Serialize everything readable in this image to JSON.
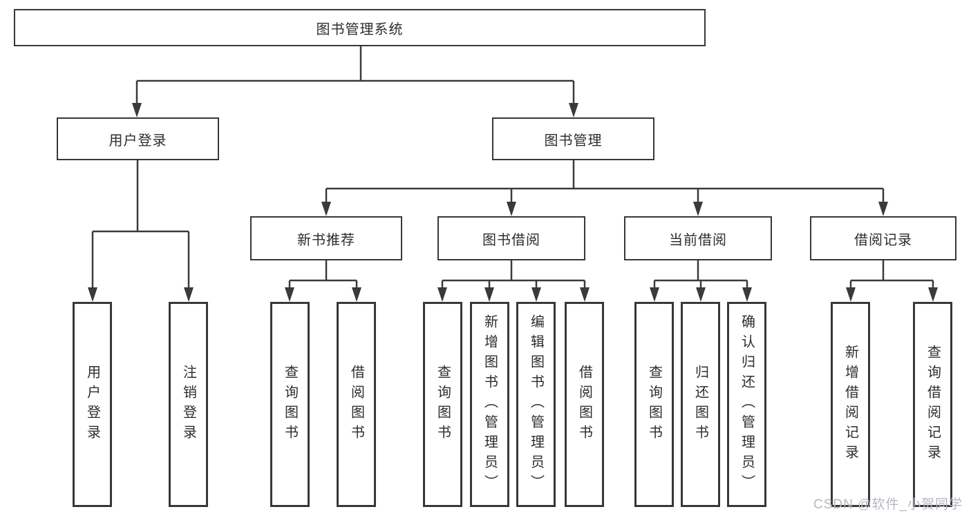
{
  "diagram": {
    "nodes": {
      "root": "图书管理系统",
      "user_login": "用户登录",
      "book_mgmt": "图书管理",
      "new_book_rec": "新书推荐",
      "book_borrow": "图书借阅",
      "current_borrow": "当前借阅",
      "borrow_record": "借阅记录",
      "leaf_ul_login": "用户登录",
      "leaf_ul_logout": "注销登录",
      "leaf_nb_query": "查询图书",
      "leaf_nb_borrow": "借阅图书",
      "leaf_bb_query": "查询图书",
      "leaf_bb_add": "新增图书（管理员）",
      "leaf_bb_edit": "编辑图书（管理员）",
      "leaf_bb_borrow": "借阅图书",
      "leaf_cb_query": "查询图书",
      "leaf_cb_return": "归还图书",
      "leaf_cb_confirm": "确认归还（管理员）",
      "leaf_br_add": "新增借阅记录",
      "leaf_br_query": "查询借阅记录"
    },
    "watermark": "CSDN @软件_小贺同学",
    "colors": {
      "line": "#3a3a3a",
      "box_border": "#373737",
      "text": "#2d2d2d",
      "watermark_text": "#b4b9c0",
      "background": "#ffffff"
    }
  }
}
